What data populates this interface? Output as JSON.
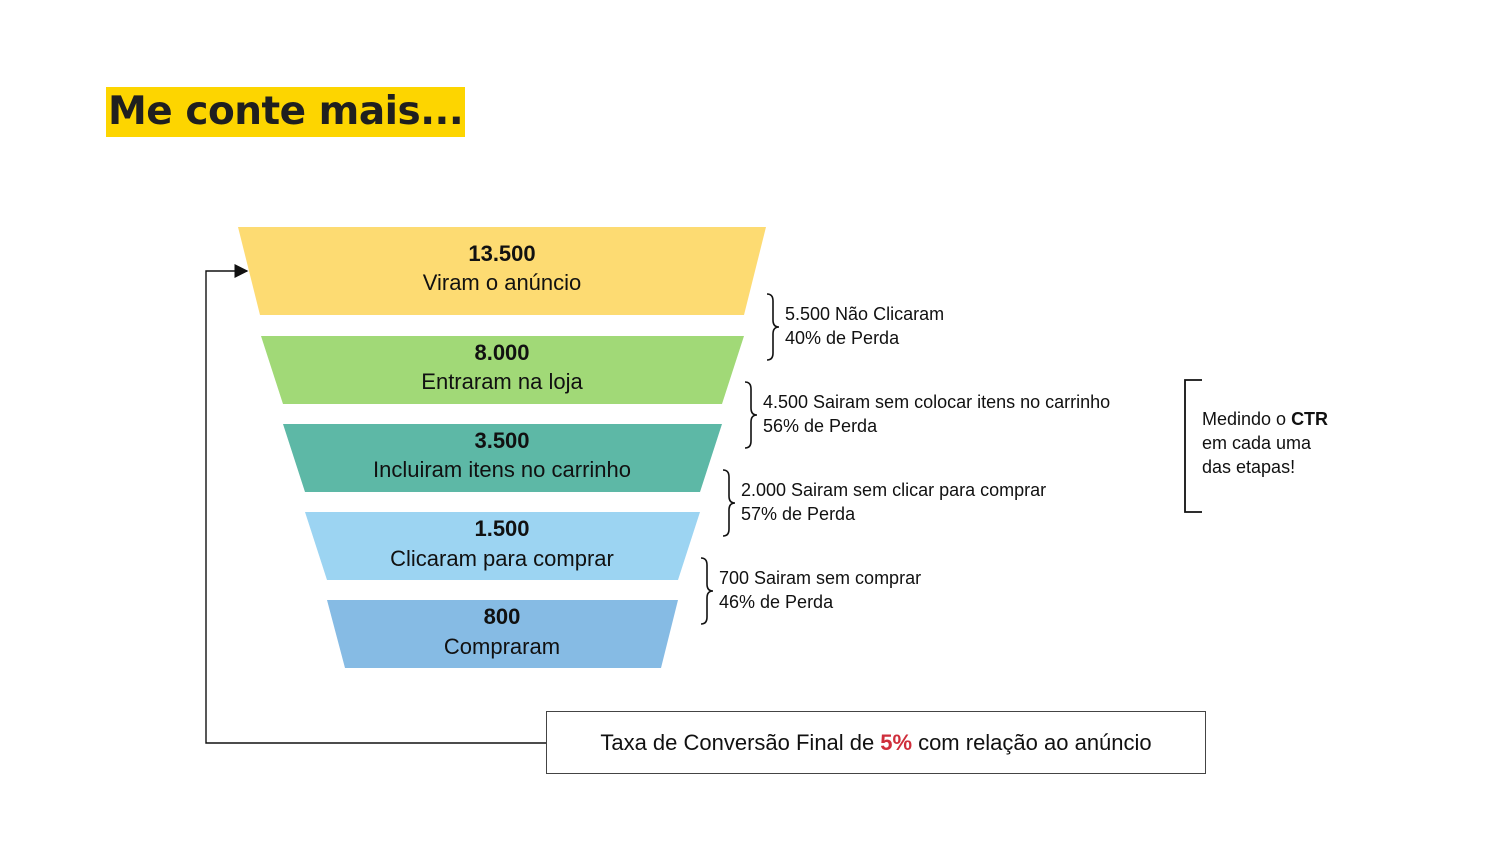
{
  "title": "Me conte mais...",
  "colors": {
    "title_highlight": "#fdd500",
    "stages": [
      "#fddb72",
      "#a1d977",
      "#5db8a6",
      "#9cd4f2",
      "#86bbe4"
    ],
    "conversion_highlight": "#cf2e3b"
  },
  "funnel": {
    "stages": [
      {
        "value": "13.500",
        "label": "Viram o anúncio"
      },
      {
        "value": "8.000",
        "label": "Entraram na loja"
      },
      {
        "value": "3.500",
        "label": "Incluiram itens no carrinho"
      },
      {
        "value": "1.500",
        "label": "Clicaram para comprar"
      },
      {
        "value": "800",
        "label": "Compraram"
      }
    ],
    "losses": [
      {
        "line1": "5.500 Não Clicaram",
        "line2": "40% de Perda"
      },
      {
        "line1": "4.500 Sairam sem colocar itens no carrinho",
        "line2": "56% de Perda"
      },
      {
        "line1": "2.000 Sairam sem clicar para comprar",
        "line2": "57% de Perda"
      },
      {
        "line1": "700 Sairam sem comprar",
        "line2": "46% de Perda"
      }
    ]
  },
  "ctr_note": {
    "line1_prefix": "Medindo o ",
    "line1_bold": "CTR",
    "line2": "em cada uma",
    "line3": "das etapas!"
  },
  "conversion": {
    "prefix": "Taxa de Conversão Final de",
    "highlight": "5%",
    "suffix": "com relação ao anúncio"
  }
}
